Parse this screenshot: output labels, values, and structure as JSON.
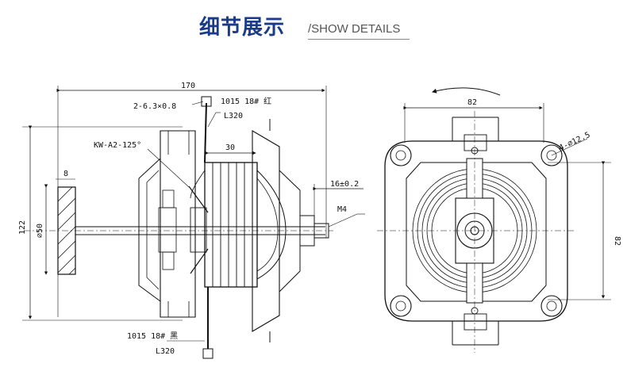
{
  "header": {
    "title_cn": "细节展示",
    "title_en": "/SHOW DETAILS"
  },
  "side_view": {
    "overall_length": "170",
    "terminal": "2-6.3×0.8",
    "lead_top_spec": "1015 18# 红",
    "lead_top_length": "L320",
    "stack": "30",
    "fuse": "KW-A2-125°",
    "fan_width": "8",
    "height": "122",
    "fan_diameter": "⌀50",
    "shaft_ext": "16±0.2",
    "thread": "M4",
    "lead_bottom_spec": "1015 18# 黑",
    "lead_bottom_length": "L320"
  },
  "front_view": {
    "width": "82",
    "height": "82",
    "holes": "4-⌀12.5"
  }
}
